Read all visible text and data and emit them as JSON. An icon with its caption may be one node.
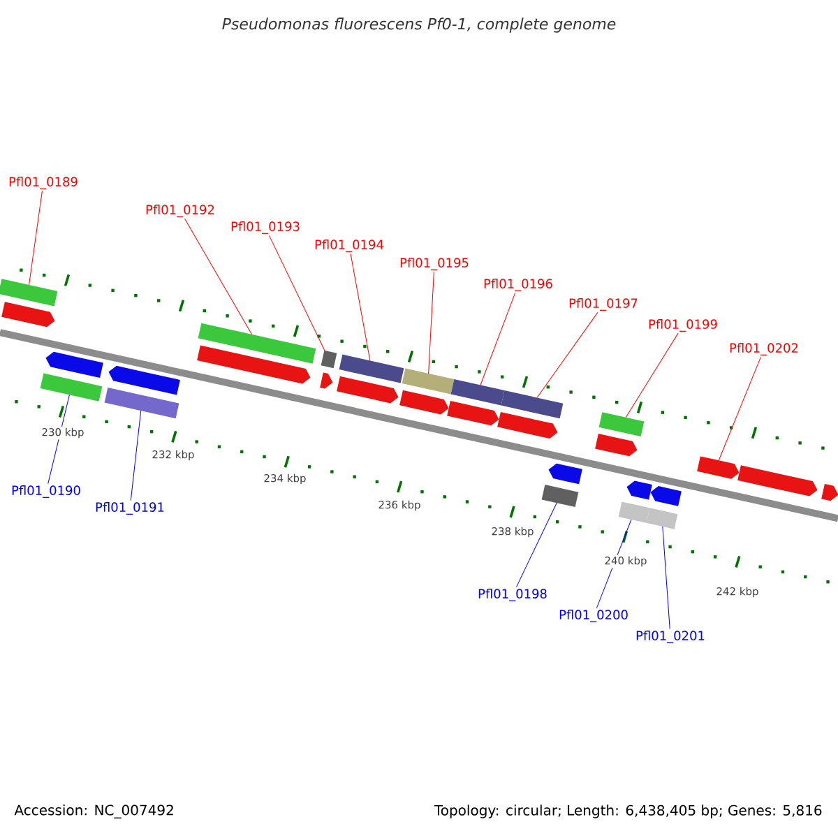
{
  "diagram": {
    "title": "Pseudomonas fluorescens Pf0-1, complete genome",
    "nodes": [
      {
        "text": [
          "Pfl01_0189"
        ]
      },
      {
        "text": [
          "Pfl01_0192"
        ]
      },
      {
        "text": [
          "Pfl01_0193"
        ]
      },
      {
        "text": [
          "Pfl01_0194"
        ]
      },
      {
        "text": [
          "Pfl01_0195"
        ]
      },
      {
        "text": [
          "Pfl01_0196"
        ]
      },
      {
        "text": [
          "Pfl01_0197"
        ]
      },
      {
        "text": [
          "Pfl01_0199"
        ]
      },
      {
        "text": [
          "Pfl01_0202"
        ]
      },
      {
        "text": [
          "Pfl01_0190"
        ]
      },
      {
        "text": [
          "Pfl01_0191"
        ]
      },
      {
        "text": [
          "Pfl01_0198"
        ]
      },
      {
        "text": [
          "Pfl01_0200"
        ]
      },
      {
        "text": [
          "Pfl01_0201"
        ]
      },
      {
        "text": [],
        "shape": "bar"
      },
      {
        "text": [],
        "shape": "arrow"
      },
      {
        "text": [],
        "shape": "bar"
      },
      {
        "text": [],
        "shape": "arrow"
      },
      {
        "text": [],
        "shape": "bar"
      },
      {
        "text": [],
        "shape": "arrow"
      },
      {
        "text": [],
        "shape": "arrow"
      },
      {
        "text": [],
        "shape": "bar"
      },
      {
        "text": [],
        "shape": "arrow"
      },
      {
        "text": [],
        "shape": "bar"
      },
      {
        "text": [],
        "shape": "arrow"
      },
      {
        "text": [],
        "shape": "bar"
      },
      {
        "text": [],
        "shape": "arrow"
      },
      {
        "text": [],
        "shape": "bar"
      },
      {
        "text": [],
        "shape": "arrow"
      },
      {
        "text": [],
        "shape": "bar"
      },
      {
        "text": [],
        "shape": "arrow"
      },
      {
        "text": [],
        "shape": "bar"
      },
      {
        "text": [],
        "shape": "bar"
      },
      {
        "text": [],
        "shape": "arrow"
      },
      {
        "text": [],
        "shape": "arrow"
      },
      {
        "text": [],
        "shape": "bar"
      },
      {
        "text": [],
        "shape": "bar"
      },
      {
        "text": [],
        "shape": "arrow"
      },
      {
        "text": [],
        "shape": "bar"
      },
      {
        "text": [],
        "shape": "arrow"
      },
      {
        "text": [],
        "shape": "arrow"
      },
      {
        "text": [],
        "shape": "arrow"
      },
      {
        "text": [],
        "shape": "arrow"
      }
    ],
    "edges": [
      {
        "from": 0,
        "to": 14,
        "arrow": "none"
      },
      {
        "from": 1,
        "to": 21,
        "arrow": "none"
      },
      {
        "from": 2,
        "to": 23,
        "arrow": "none"
      },
      {
        "from": 3,
        "to": 25,
        "arrow": "none"
      },
      {
        "from": 4,
        "to": 27,
        "arrow": "none"
      },
      {
        "from": 5,
        "to": 29,
        "arrow": "none"
      },
      {
        "from": 6,
        "to": 31,
        "arrow": "none"
      },
      {
        "from": 7,
        "to": 35,
        "arrow": "none"
      },
      {
        "from": 8,
        "to": 40,
        "arrow": "none"
      },
      {
        "from": 9,
        "to": 16,
        "arrow": "none",
        "color": "#0000ff"
      },
      {
        "from": 10,
        "to": 18,
        "arrow": "none",
        "color": "#0000ff"
      },
      {
        "from": 11,
        "to": 32,
        "arrow": "none",
        "color": "#0000ff"
      },
      {
        "from": 12,
        "to": 36,
        "arrow": "none",
        "color": "#0000ff"
      },
      {
        "from": 13,
        "to": 38,
        "arrow": "none",
        "color": "#0000ff"
      }
    ],
    "labels": [
      "230 kbp",
      "232 kbp",
      "234 kbp",
      "236 kbp",
      "238 kbp",
      "240 kbp",
      "242 kbp",
      "Accession: NC_007492",
      "Topology: circular; Length: 6,438,405 bp; Genes: 5,816"
    ]
  }
}
